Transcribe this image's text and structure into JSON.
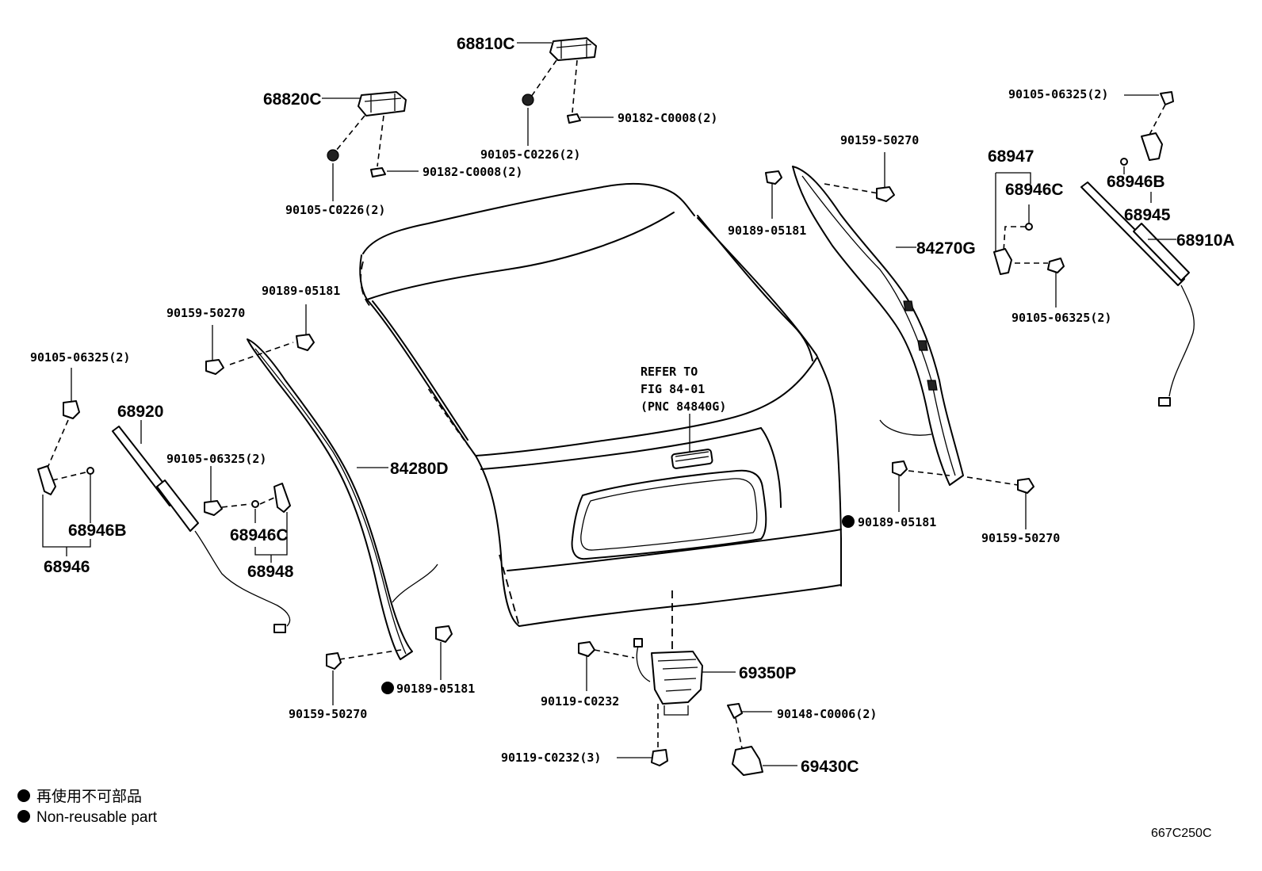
{
  "labels": {
    "p68810C": "68810C",
    "p68820C": "68820C",
    "p90182_1": "90182-C0008(2)",
    "p90105C_1": "90105-C0226(2)",
    "p90182_2": "90182-C0008(2)",
    "p90105C_2": "90105-C0226(2)",
    "p90159_tr": "90159-50270",
    "p90189_tr": "90189-05181",
    "p84270G": "84270G",
    "p90105_tr": "90105-06325(2)",
    "p68947": "68947",
    "p68946C_r": "68946C",
    "p68946B_r": "68946B",
    "p68945": "68945",
    "p68910A": "68910A",
    "p90105_r2": "90105-06325(2)",
    "p90189_ml": "90189-05181",
    "p90159_ml": "90159-50270",
    "p90105_l": "90105-06325(2)",
    "p68920": "68920",
    "p90105_l2": "90105-06325(2)",
    "p84280D": "84280D",
    "p68946B_l": "68946B",
    "p68946C_l": "68946C",
    "p68946": "68946",
    "p68948": "68948",
    "p90189_c": "90189-05181",
    "p90159_br": "90159-50270",
    "p90189_bl": "90189-05181",
    "p90159_bl": "90159-50270",
    "p69350P": "69350P",
    "p90119_1": "90119-C0232",
    "p90148": "90148-C0006(2)",
    "p90119_3": "90119-C0232(3)",
    "p69430C": "69430C"
  },
  "refer_note": [
    "REFER TO",
    "FIG 84-01",
    "(PNC 84840G)"
  ],
  "legend": {
    "jp": "再使用不可部品",
    "en": "Non-reusable part"
  },
  "figure_code": "667C250C"
}
